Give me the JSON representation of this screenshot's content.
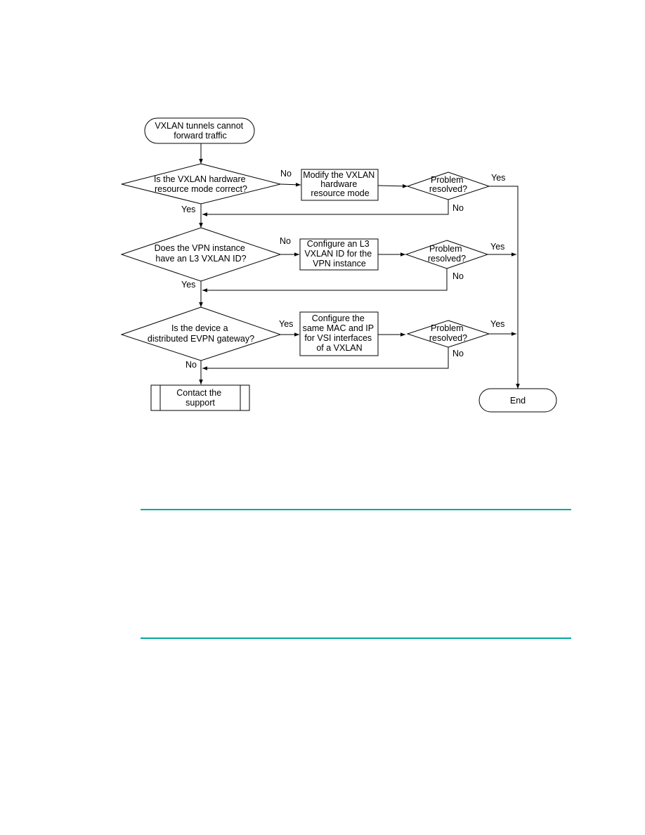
{
  "nodes": {
    "start": {
      "lines": [
        "VXLAN tunnels cannot",
        "forward traffic"
      ]
    },
    "q1": {
      "lines": [
        "Is the VXLAN hardware",
        "resource mode correct?"
      ]
    },
    "act1": {
      "lines": [
        "Modify the VXLAN",
        "hardware",
        "resource mode"
      ]
    },
    "res1": {
      "lines": [
        "Problem",
        "resolved?"
      ]
    },
    "q2": {
      "lines": [
        "Does the VPN instance",
        "have an L3 VXLAN ID?"
      ]
    },
    "act2": {
      "lines": [
        "Configure an L3",
        "VXLAN ID for the",
        "VPN instance"
      ]
    },
    "res2": {
      "lines": [
        "Problem",
        "resolved?"
      ]
    },
    "q3": {
      "lines": [
        "Is the device a",
        "distributed EVPN gateway?"
      ]
    },
    "act3": {
      "lines": [
        "Configure the",
        "same MAC and IP",
        "for VSI interfaces",
        "of a VXLAN"
      ]
    },
    "res3": {
      "lines": [
        "Problem",
        "resolved?"
      ]
    },
    "support": {
      "lines": [
        "Contact the",
        "support"
      ]
    },
    "end": {
      "lines": [
        "End"
      ]
    }
  },
  "edge_labels": {
    "q1_no": "No",
    "q1_yes": "Yes",
    "res1_yes": "Yes",
    "res1_no": "No",
    "q2_no": "No",
    "q2_yes": "Yes",
    "res2_yes": "Yes",
    "res2_no": "No",
    "q3_yes": "Yes",
    "q3_no": "No",
    "res3_yes": "Yes",
    "res3_no": "No"
  }
}
